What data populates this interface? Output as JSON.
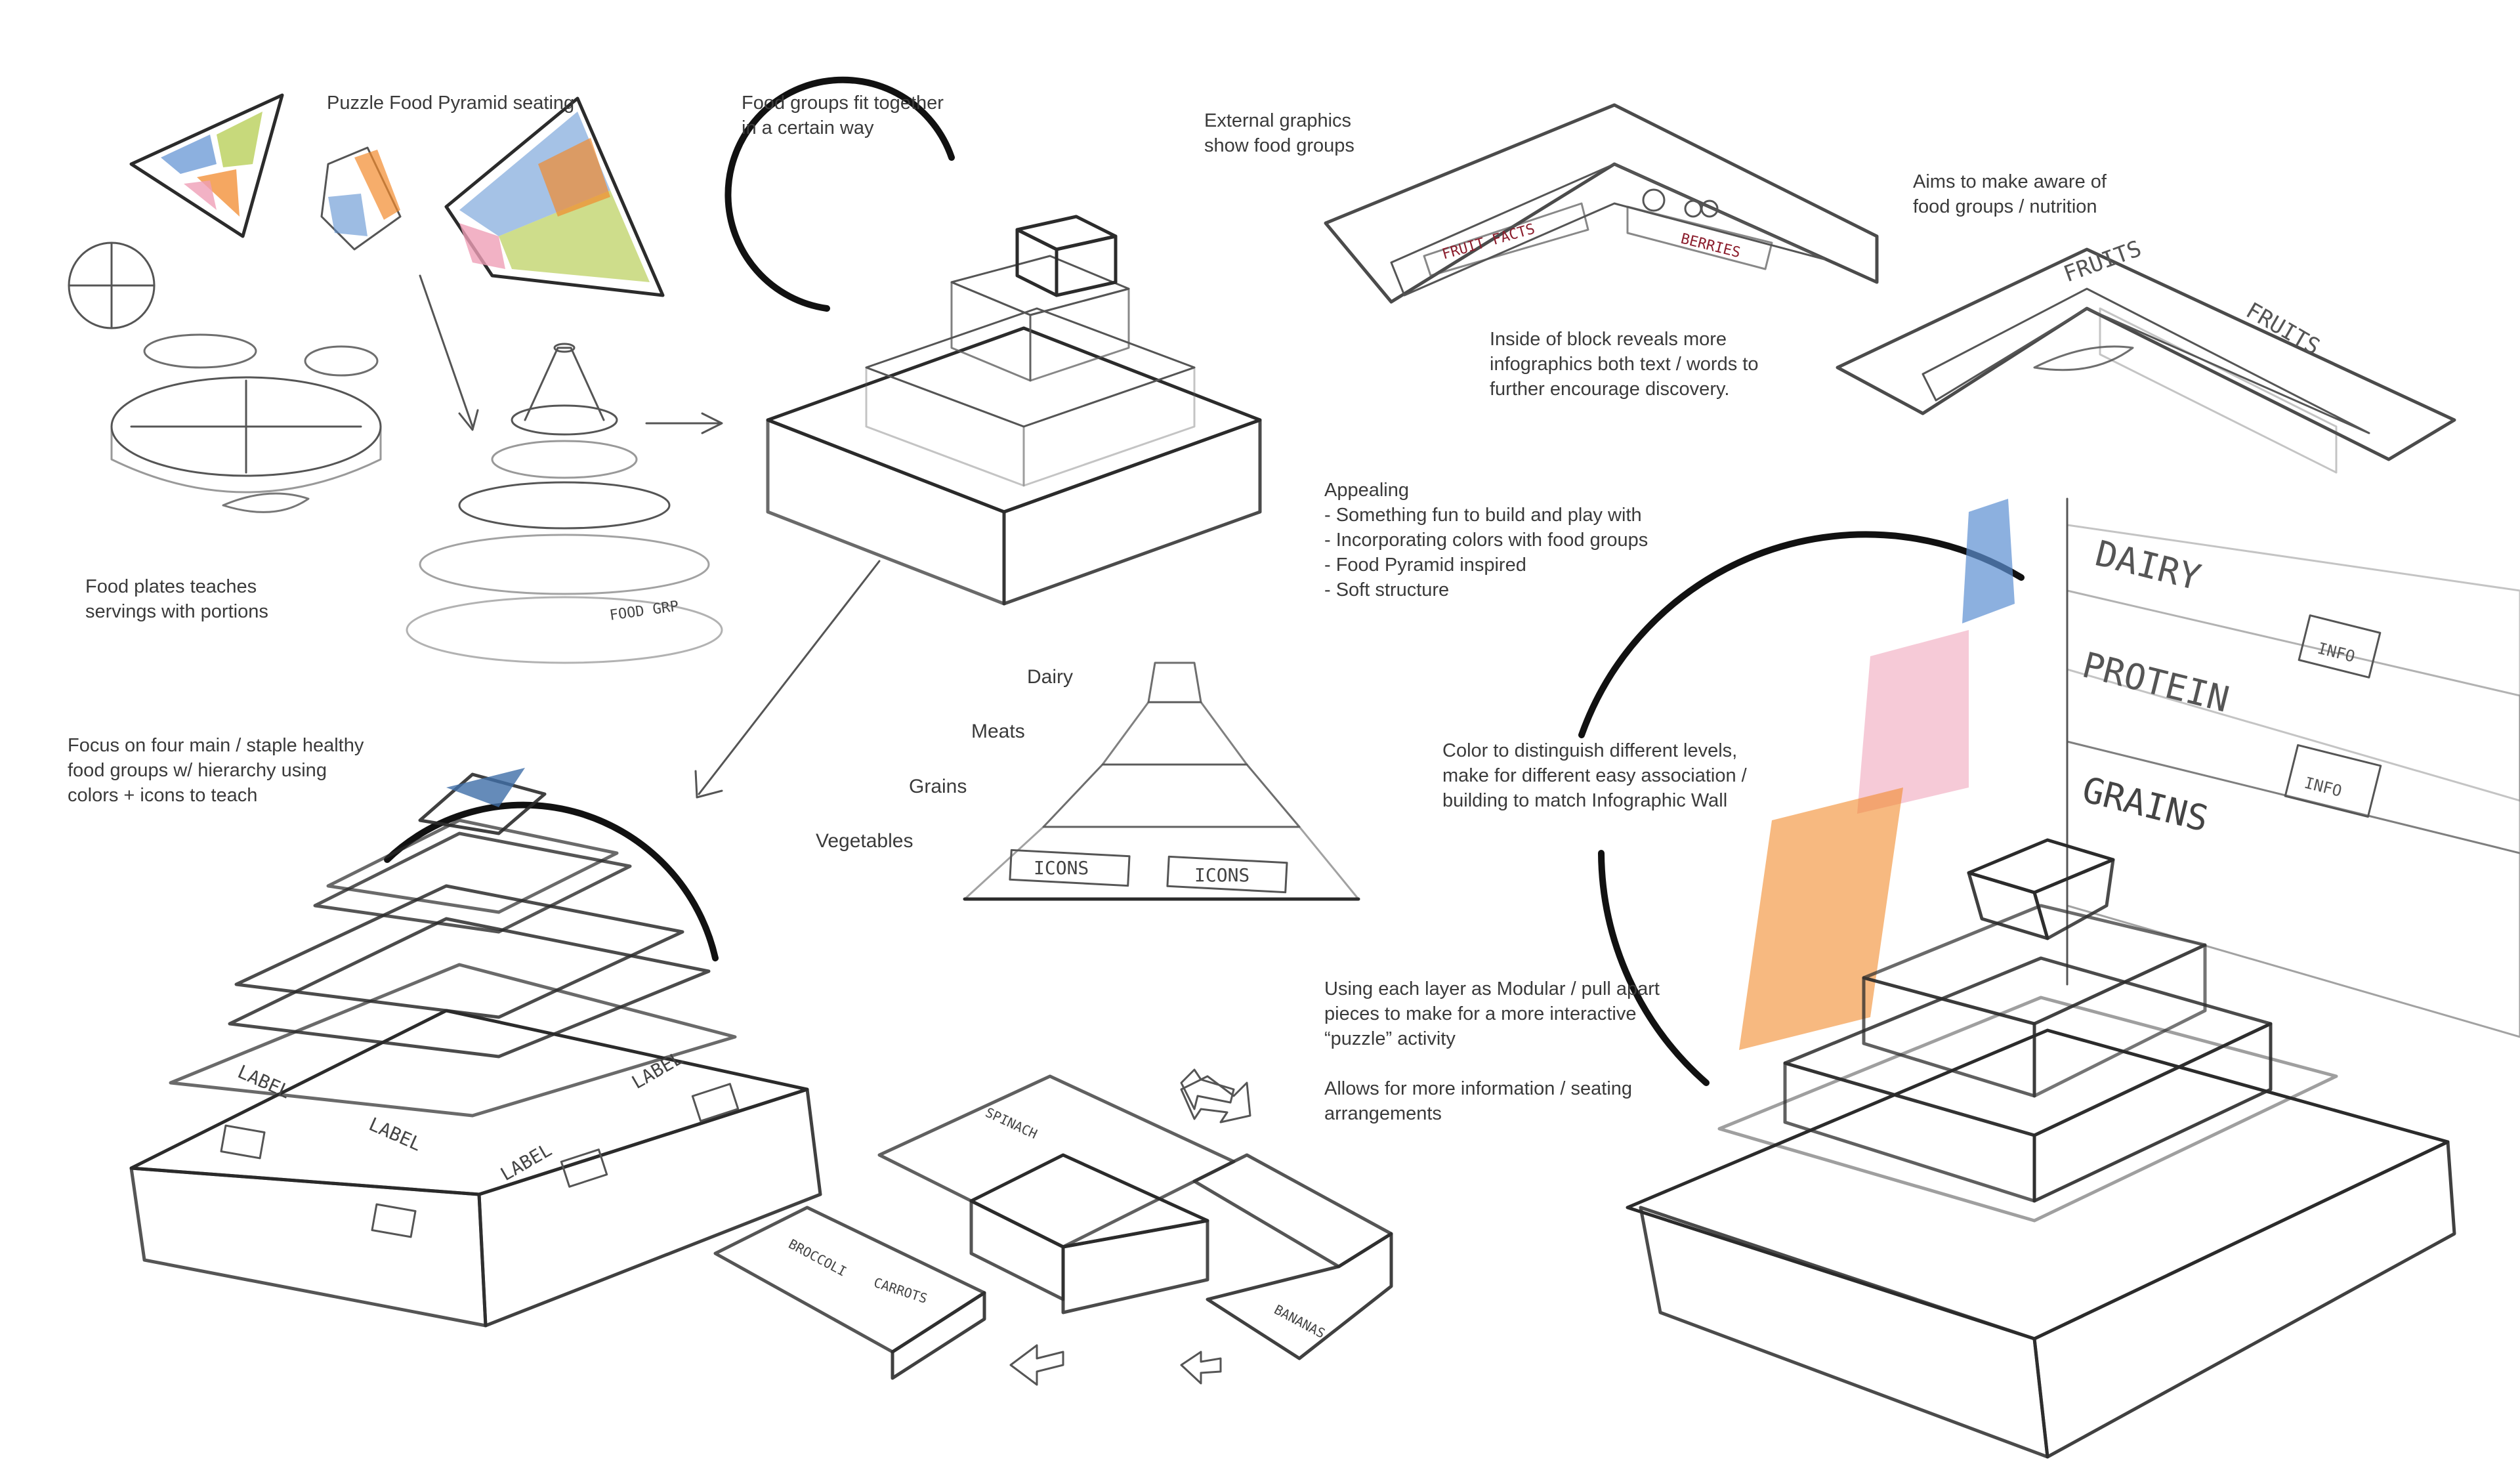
{
  "colors": {
    "green": "#b9cf5a",
    "orange": "#f28a2c",
    "pink": "#ef9fb6",
    "blue": "#5b8fd1",
    "pencil": "#2b2b2b"
  },
  "notes": {
    "puzzle_pyramid": "Puzzle Food Pyramid seating",
    "fit_together": [
      "Food groups fit together",
      "in a certain way"
    ],
    "external_graphics": [
      "External graphics",
      "show food groups"
    ],
    "aims": [
      "Aims to make aware of",
      "food groups / nutrition"
    ],
    "inside_block": [
      "Inside of block reveals more",
      "infographics both text / words to",
      "further encourage discovery."
    ],
    "appealing": [
      "Appealing",
      "- Something fun to build and play with",
      "- Incorporating colors with food groups",
      "- Food Pyramid inspired",
      "- Soft structure"
    ],
    "food_plates": [
      "Food plates teaches",
      "servings with portions"
    ],
    "focus": [
      "Focus on four main / staple healthy",
      "food groups w/ hierarchy using",
      "colors + icons to teach"
    ],
    "color_distinguish": [
      "Color to distinguish different levels,",
      "make for different easy association /",
      "building to match Infographic Wall"
    ],
    "modular": [
      "Using each layer as Modular / pull apart",
      "pieces to make for a more interactive",
      "“puzzle” activity"
    ],
    "more_info": [
      "Allows for more information / seating",
      "arrangements"
    ]
  },
  "pyramid_levels": {
    "dairy": "Dairy",
    "meats": "Meats",
    "grains": "Grains",
    "vegetables": "Vegetables"
  },
  "sketch_text": {
    "icons": "ICONS",
    "label": "LABEL",
    "info": "INFO",
    "dairy": "DAIRY",
    "protein": "PROTEIN",
    "grains": "GRAINS",
    "fruits": "FRUITS",
    "fruit_facts": "FRUIT FACTS",
    "berries": "BERRIES",
    "food_grp": "FOOD GRP",
    "carrots": "CARROTS",
    "broccoli": "BROCCOLI",
    "bananas": "BANANAS",
    "spinach": "SPINACH"
  }
}
